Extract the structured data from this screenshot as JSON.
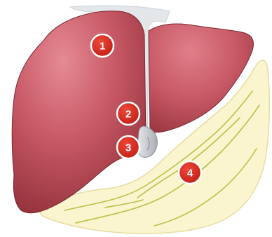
{
  "colors": {
    "liver_light": "#d8707c",
    "liver_mid": "#c85a66",
    "liver_dark": "#8f2e38",
    "ligament": "#e3e7ea",
    "gallbladder": "#c3c7ca",
    "pancreas_fill": "#fbf5cf",
    "pancreas_edge": "#e6dda0",
    "pancreas_lines": "#b9c24a",
    "marker_fill": "#dd2a1e",
    "marker_stroke": "#ffffff"
  },
  "markers": [
    {
      "id": "1",
      "label": "1"
    },
    {
      "id": "2",
      "label": "2"
    },
    {
      "id": "3",
      "label": "3"
    },
    {
      "id": "4",
      "label": "4"
    }
  ]
}
